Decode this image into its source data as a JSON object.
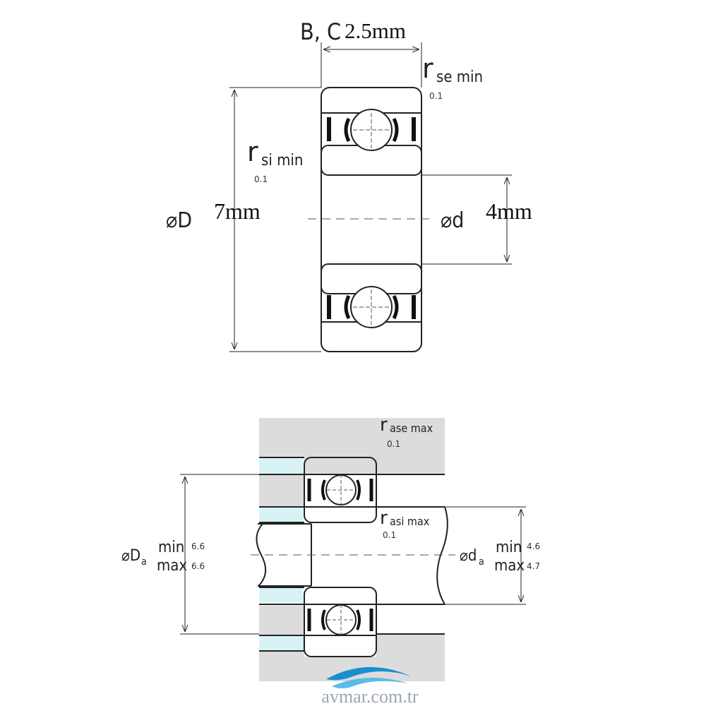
{
  "top_diagram": {
    "width_label": "B, C",
    "width_value": "2.5mm",
    "rse_label": "r",
    "rse_sub": "se min",
    "rse_value": "0.1",
    "rsi_label": "r",
    "rsi_sub": "si min",
    "rsi_value": "0.1",
    "outer_dia_label": "⌀D",
    "outer_dia_value": "7mm",
    "inner_dia_label": "⌀d",
    "inner_dia_value": "4mm"
  },
  "bottom_diagram": {
    "rase_label": "r",
    "rase_sub": "ase max",
    "rase_value": "0.1",
    "rasi_label": "r",
    "rasi_sub": "asi max",
    "rasi_value": "0.1",
    "Da_label": "⌀D",
    "Da_sub": "a",
    "Da_min_label": "min",
    "Da_min_value": "6.6",
    "Da_max_label": "max",
    "Da_max_value": "6.6",
    "da_label": "⌀d",
    "da_sub": "a",
    "da_min_label": "min",
    "da_min_value": "4.6",
    "da_max_label": "max",
    "da_max_value": "4.7"
  },
  "watermark": {
    "text": "avmar.com.tr"
  },
  "colors": {
    "line": "#222222",
    "housing": "#dcdcdc",
    "spacer": "#d8f3f6",
    "logo_blue": "#1a8fd0"
  }
}
